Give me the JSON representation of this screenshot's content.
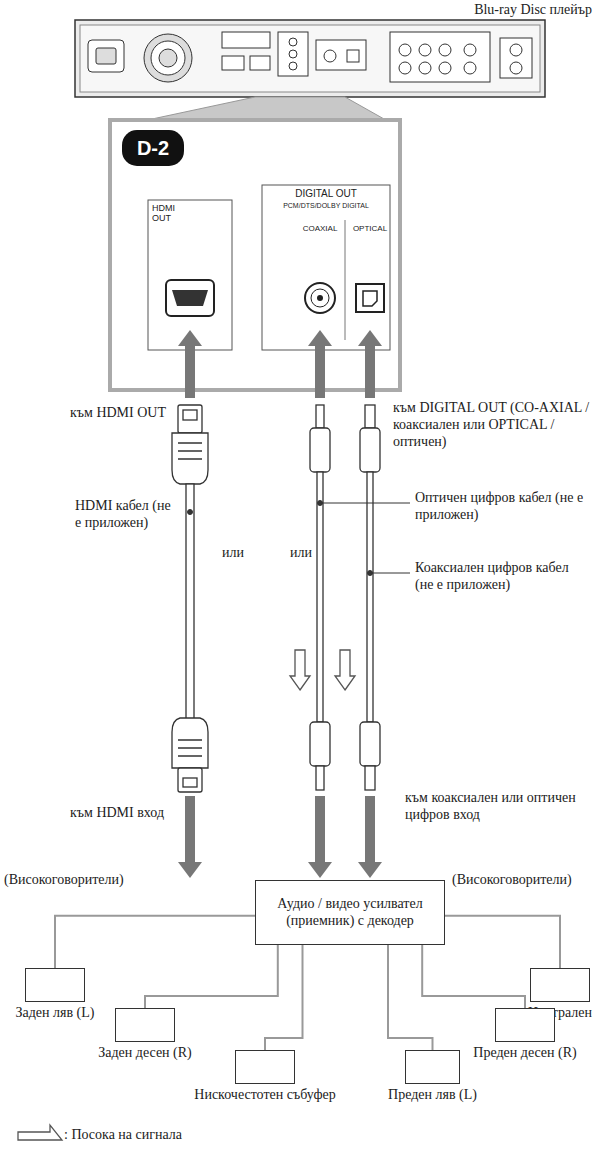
{
  "diagram": {
    "nodes": [
      {
        "text": [
          "Blu-ray Disc плейър"
        ]
      },
      {
        "text": [
          "D-2",
          "HDMI OUT",
          "DIGITAL OUT",
          "PCM/DTS/DOLBY DIGITAL",
          "COAXIAL",
          "OPTICAL"
        ]
      },
      {
        "text": [
          "Аудио / видео усилвател (приемник) с декодер"
        ]
      },
      {
        "text": [
          "Заден ляв (L)"
        ]
      },
      {
        "text": [
          "Централен"
        ]
      },
      {
        "text": [
          "Заден десен (R)"
        ]
      },
      {
        "text": [
          "Преден десен (R)"
        ]
      },
      {
        "text": [
          "Нискочестотен събуфер"
        ]
      },
      {
        "text": [
          "Преден ляв (L)"
        ]
      }
    ],
    "edges": [
      {
        "from": 2,
        "to": 3,
        "arrow": "none"
      },
      {
        "from": 2,
        "to": 4,
        "arrow": "none"
      },
      {
        "from": 2,
        "to": 5,
        "arrow": "none"
      },
      {
        "from": 2,
        "to": 6,
        "arrow": "none"
      },
      {
        "from": 2,
        "to": 7,
        "arrow": "none"
      },
      {
        "from": 2,
        "to": 8,
        "arrow": "none"
      }
    ],
    "labels": [
      "към HDMI OUT",
      "към DIGITAL OUT (CO-AXIAL / коаксиален или OPTICAL / оптичен)",
      "HDMI кабел (не е приложен)",
      "или",
      "или",
      "Оптичен цифров кабел (не е приложен)",
      "Коаксиален цифров кабел (не е приложен)",
      "към HDMI вход",
      "към коаксиален или оптичен цифров вход",
      "(Високоговорители)",
      "(Високоговорители)"
    ],
    "legend": [
      {
        "text": ": Посока на сигнала"
      }
    ]
  }
}
